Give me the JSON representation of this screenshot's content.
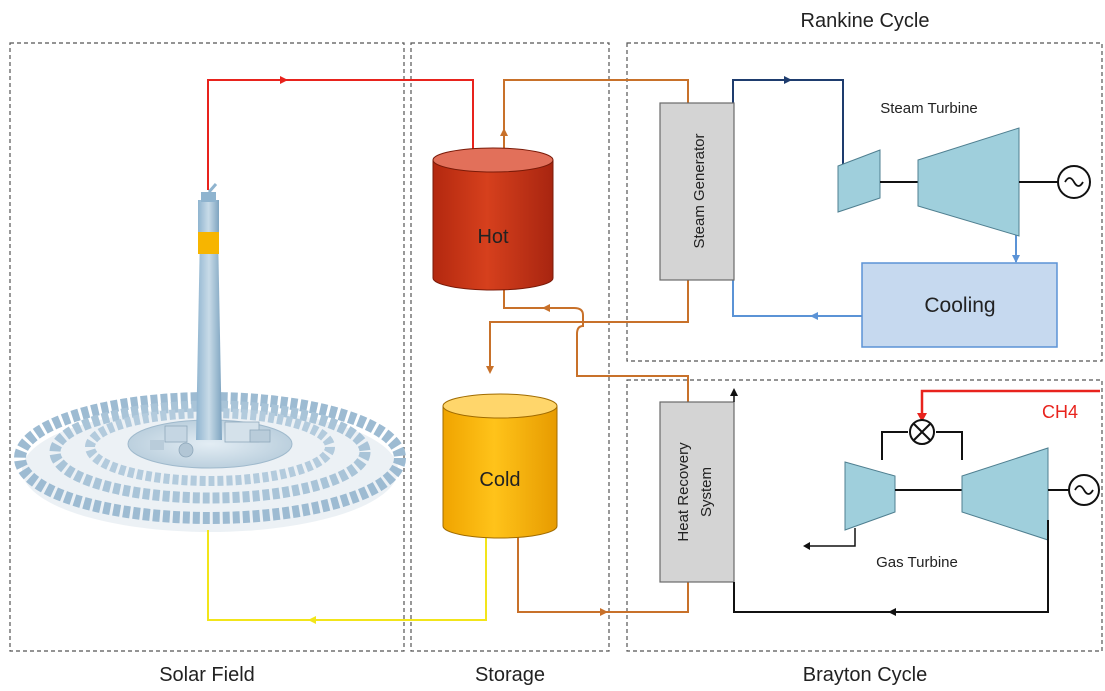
{
  "sections": {
    "solar_field": "Solar Field",
    "storage": "Storage",
    "rankine": "Rankine Cycle",
    "brayton": "Brayton Cycle"
  },
  "tanks": {
    "hot": "Hot",
    "cold": "Cold"
  },
  "components": {
    "steam_generator": "Steam Generator",
    "heat_recovery_line1": "Heat Recovery",
    "heat_recovery_line2": "System",
    "steam_turbine": "Steam Turbine",
    "cooling": "Cooling",
    "gas_turbine": "Gas Turbine",
    "fuel": "CH4"
  },
  "colors": {
    "hot_line": "#e8231d",
    "cold_line": "#f2e51a",
    "salt_line": "#c8712a",
    "steam_line": "#1e3c6e",
    "cooling_line": "#5b93d6",
    "hot_tank": "#c9301a",
    "cold_tank": "#f7b500",
    "turbine": "#9fcfdc",
    "cooling_box": "#c6d9ef",
    "component_box": "#d4d4d4",
    "fuel_line": "#e8231d"
  }
}
